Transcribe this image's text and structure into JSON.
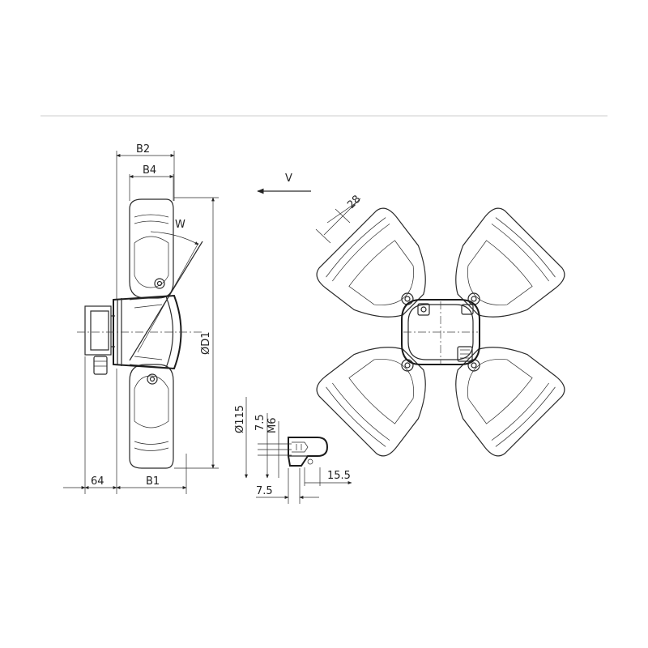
{
  "labels": {
    "b2": "B2",
    "b4": "B4",
    "w": "W",
    "d1": "ØD1",
    "b1": "B1",
    "dim_64": "64",
    "view_v": "V",
    "dim_28": "28",
    "dim_d115": "Ø115",
    "dim_7_5_vertical": "7.5",
    "thread_m6": "M6",
    "dim_15_5": "15.5",
    "dim_7_5_horizontal": "7.5"
  }
}
